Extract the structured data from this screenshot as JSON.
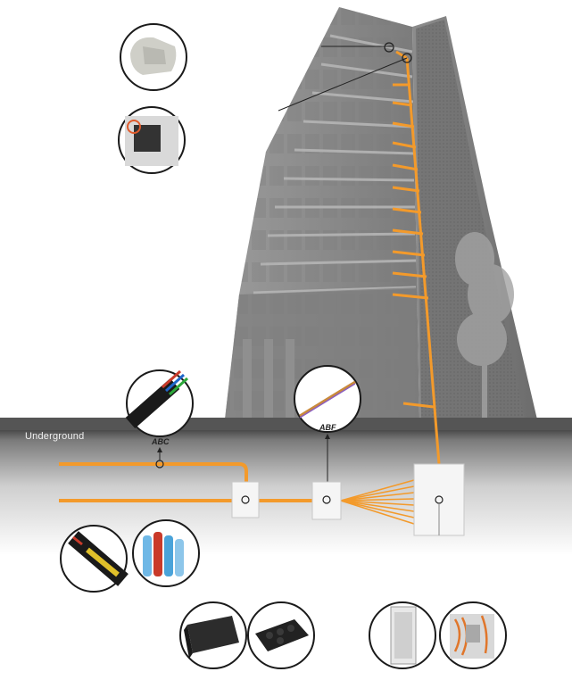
{
  "labels": {
    "underground": "Underground",
    "abc": "ABC",
    "abf": "ABF"
  },
  "colors": {
    "fiber_orange": "#F39A2B",
    "ground_band": "#5F5F5F",
    "building_face": "#8A8A8A",
    "riser_column": "#6E6E6E",
    "box_fill": "#F5F5F5"
  },
  "icons": [
    "cable-connector-icon",
    "distribution-box-icon",
    "abc-cable-icon",
    "abf-fiber-icon",
    "armored-cable-icon",
    "microduct-bundle-icon",
    "closure-icon",
    "closure-tray-icon",
    "rack-cabinet-icon",
    "patch-panel-icon"
  ]
}
